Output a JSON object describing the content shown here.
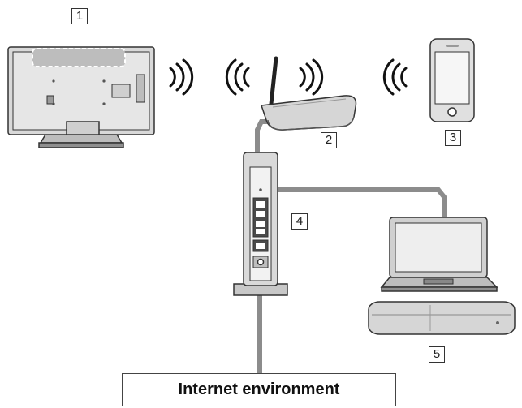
{
  "callouts": {
    "tv_wifi_area": "1",
    "router": "2",
    "smartphone": "3",
    "modem_hub": "4",
    "pc_and_player": "5"
  },
  "internet_label": "Internet environment",
  "colors": {
    "line": "#333333",
    "fill_light": "#e8e8e8",
    "fill_mid": "#cfcfcf",
    "fill_dark": "#9a9a9a",
    "cable": "#8c8c8c"
  }
}
